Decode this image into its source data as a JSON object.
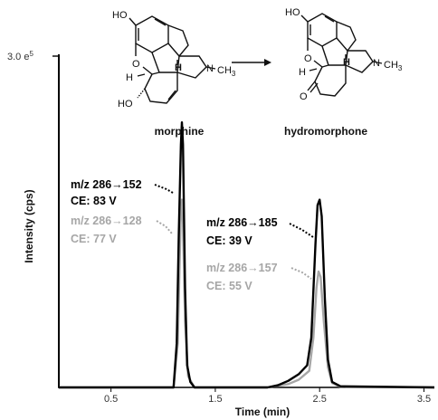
{
  "chart_data": {
    "type": "line",
    "xlabel": "Time (min)",
    "ylabel": "Intensity (cps)",
    "y_max_label": "3.0 e5",
    "y_max_mantissa": "3.0 e",
    "y_max_exponent": "5",
    "xlim": [
      0,
      3.6
    ],
    "ylim": [
      0,
      300000
    ],
    "xticks": [
      0.5,
      1.5,
      2.5,
      3.5
    ],
    "xtick_labels": [
      "0.5",
      "1.5",
      "2.5",
      "3.5"
    ],
    "series": [
      {
        "color": "#000000",
        "points": [
          [
            0,
            0
          ],
          [
            1.05,
            0
          ],
          [
            1.1,
            0
          ],
          [
            1.13,
            40000
          ],
          [
            1.15,
            140000
          ],
          [
            1.17,
            220000
          ],
          [
            1.18,
            240000
          ],
          [
            1.19,
            220000
          ],
          [
            1.21,
            90000
          ],
          [
            1.23,
            20000
          ],
          [
            1.26,
            5000
          ],
          [
            1.3,
            0
          ],
          [
            2.0,
            0
          ],
          [
            2.1,
            2000
          ],
          [
            2.2,
            6000
          ],
          [
            2.3,
            12000
          ],
          [
            2.38,
            20000
          ],
          [
            2.42,
            45000
          ],
          [
            2.46,
            130000
          ],
          [
            2.48,
            165000
          ],
          [
            2.5,
            170000
          ],
          [
            2.52,
            155000
          ],
          [
            2.55,
            80000
          ],
          [
            2.58,
            25000
          ],
          [
            2.62,
            5000
          ],
          [
            2.7,
            1000
          ],
          [
            3.6,
            0
          ]
        ]
      },
      {
        "color": "#a6a6a6",
        "points": [
          [
            0,
            0
          ],
          [
            1.1,
            0
          ],
          [
            1.14,
            40000
          ],
          [
            1.16,
            120000
          ],
          [
            1.17,
            160000
          ],
          [
            1.18,
            170000
          ],
          [
            1.19,
            150000
          ],
          [
            1.21,
            60000
          ],
          [
            1.24,
            10000
          ],
          [
            1.3,
            0
          ],
          [
            2.0,
            0
          ],
          [
            2.2,
            3000
          ],
          [
            2.3,
            7000
          ],
          [
            2.4,
            15000
          ],
          [
            2.44,
            45000
          ],
          [
            2.47,
            90000
          ],
          [
            2.49,
            105000
          ],
          [
            2.51,
            100000
          ],
          [
            2.54,
            60000
          ],
          [
            2.58,
            18000
          ],
          [
            2.62,
            4000
          ],
          [
            2.7,
            500
          ],
          [
            3.6,
            0
          ]
        ]
      }
    ],
    "annotations": [
      {
        "text": "m/z 286→152",
        "color": "#000000"
      },
      {
        "text": "CE: 83 V",
        "color": "#000000"
      },
      {
        "text": "m/z 286→128",
        "color": "#a6a6a6"
      },
      {
        "text": "CE: 77 V",
        "color": "#a6a6a6"
      },
      {
        "text": "m/z 286→185",
        "color": "#000000"
      },
      {
        "text": "CE: 39 V",
        "color": "#000000"
      },
      {
        "text": "m/z 286→157",
        "color": "#a6a6a6"
      },
      {
        "text": "CE: 55 V",
        "color": "#a6a6a6"
      }
    ]
  },
  "molecules": {
    "left": {
      "name": "morphine",
      "atoms": {
        "ho_top": "HO",
        "o_ring": "O",
        "h_left": "H",
        "h_bridge": "H",
        "n": "N",
        "ch3": "CH",
        "ch3_sub": "3",
        "ho_bottom": "HO"
      }
    },
    "right": {
      "name": "hydromorphone",
      "atoms": {
        "ho_top": "HO",
        "o_ring": "O",
        "h_left": "H",
        "h_bridge": "H",
        "n": "N",
        "ch3": "CH",
        "ch3_sub": "3",
        "o_ketone": "O"
      }
    }
  }
}
